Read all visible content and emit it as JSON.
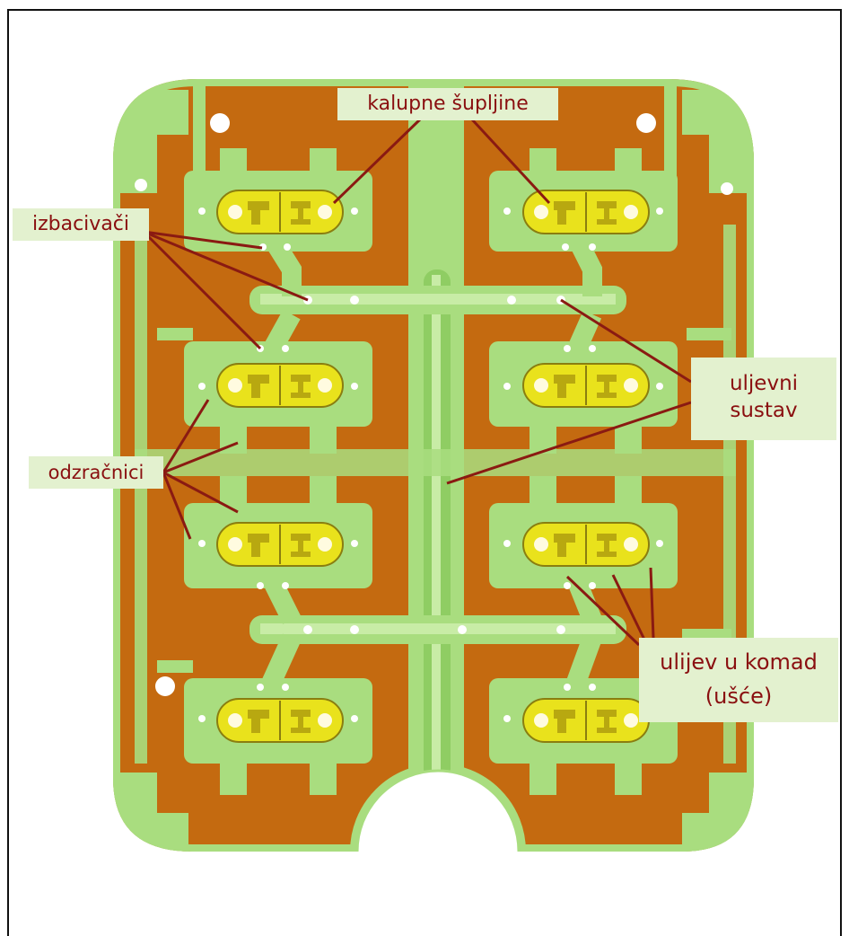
{
  "figure": {
    "labels": {
      "cavities": "kalupne šupljine",
      "ejectors": "izbacivači",
      "vents": "odzračnici",
      "runner_line1": "uljevni",
      "runner_line2": "sustav",
      "gate_line1": "ulijev u komad",
      "gate_line2": "(ušće)"
    },
    "colors": {
      "plate_orange": "#c46a10",
      "channel_green": "#a9dd7f",
      "channel_green_light": "#c8eca6",
      "insert_yellow": "#e9e21c",
      "leader_line": "#8a1a12",
      "callout_background": "#e3f1cf",
      "callout_text": "#8a0f10"
    },
    "cavity_count": 8
  }
}
